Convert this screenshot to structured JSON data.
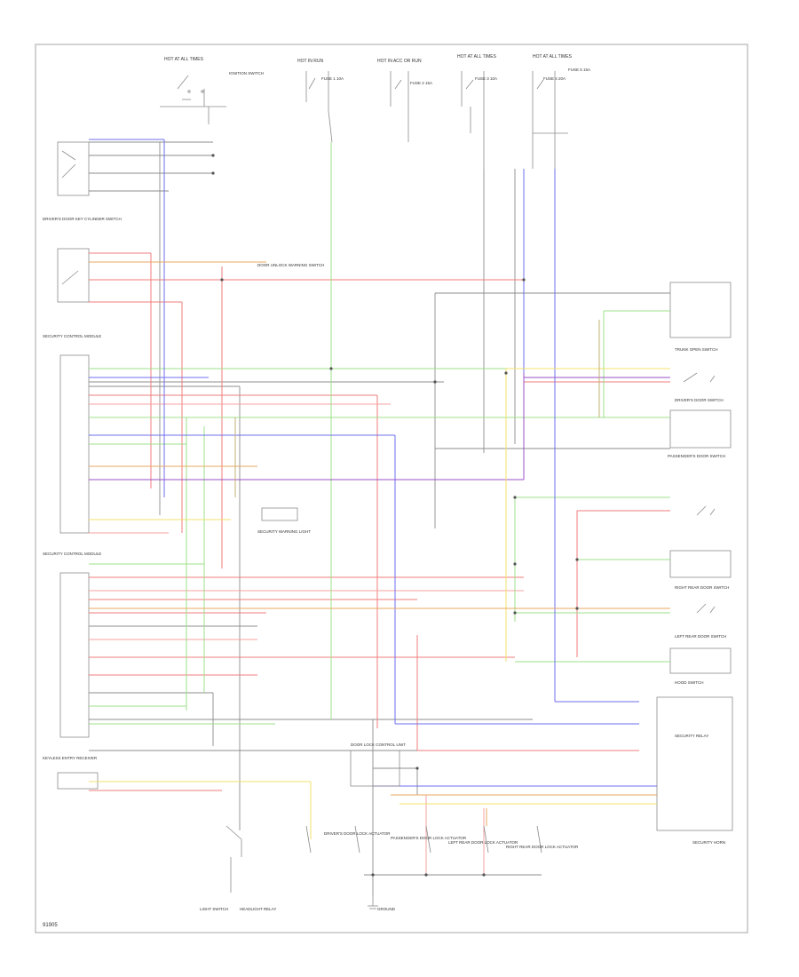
{
  "page": {
    "figure_code": "91905"
  },
  "colors": {
    "frame": "#b5b5b5",
    "wire_gray": "#8c8c8c",
    "wire_red": "#f07e7e",
    "wire_pink": "#f4a0a0",
    "wire_green": "#9ce08a",
    "wire_blue": "#6f6ff0",
    "wire_purple": "#9a50c8",
    "wire_yellow": "#f0e26a",
    "wire_orange": "#e8a860",
    "wire_olive": "#c0b070",
    "text": "#333333"
  },
  "top": {
    "labels": [
      "HOT AT ALL TIMES",
      "HOT IN RUN",
      "HOT IN ACC OR RUN",
      "HOT AT ALL TIMES",
      "HOT AT ALL TIMES"
    ],
    "ignition_switch": "IGNITION SWITCH",
    "fuse_1": "FUSE 1 10A",
    "fuse_2": "FUSE 2 15A",
    "fuse_3": "FUSE 3 10A",
    "fuse_4": "FUSE 4 20A",
    "fuse_5": "FUSE 5 15A"
  },
  "left": {
    "key_cylinder_switch": "DRIVER'S DOOR KEY CYLINDER SWITCH",
    "unlock_warning_switch": "DOOR UNLOCK WARNING SWITCH",
    "security_module": "SECURITY CONTROL MODULE",
    "security_module_2": "SECURITY CONTROL MODULE",
    "keyless_receiver": "KEYLESS ENTRY RECEIVER",
    "warning_light": "SECURITY WARNING LIGHT"
  },
  "right": {
    "trunk_switch": "TRUNK OPEN SWITCH",
    "driver_door_switch": "DRIVER'S DOOR SWITCH",
    "passenger_door_switch": "PASSENGER'S DOOR SWITCH",
    "rear_left_switch": "LEFT REAR DOOR SWITCH",
    "rear_right_switch": "RIGHT REAR DOOR SWITCH",
    "hood_switch": "HOOD SWITCH",
    "relay": "SECURITY RELAY",
    "horn": "SECURITY HORN"
  },
  "bottom": {
    "lock_actuators": [
      "DRIVER'S DOOR LOCK ACTUATOR",
      "PASSENGER'S DOOR LOCK ACTUATOR",
      "LEFT REAR DOOR LOCK ACTUATOR",
      "RIGHT REAR DOOR LOCK ACTUATOR"
    ],
    "door_lock_control_unit": "DOOR LOCK CONTROL UNIT",
    "ground_label": "GROUND",
    "light_switch": "LIGHT SWITCH",
    "headlight_relay": "HEADLIGHT RELAY"
  }
}
